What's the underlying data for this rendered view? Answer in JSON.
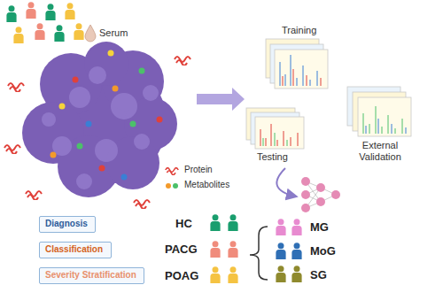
{
  "diagram": {
    "nodes": [
      {
        "text": [
          "Diagnosis"
        ]
      },
      {
        "text": [
          "Classification"
        ]
      },
      {
        "text": [
          "Severity Stratification"
        ]
      }
    ],
    "labels": [
      "Serum",
      "Protein",
      "Metabolites",
      "Training",
      "Testing",
      "External Validation",
      "HC",
      "PACG",
      "POAG",
      "MG",
      "MoG",
      "SG"
    ]
  }
}
